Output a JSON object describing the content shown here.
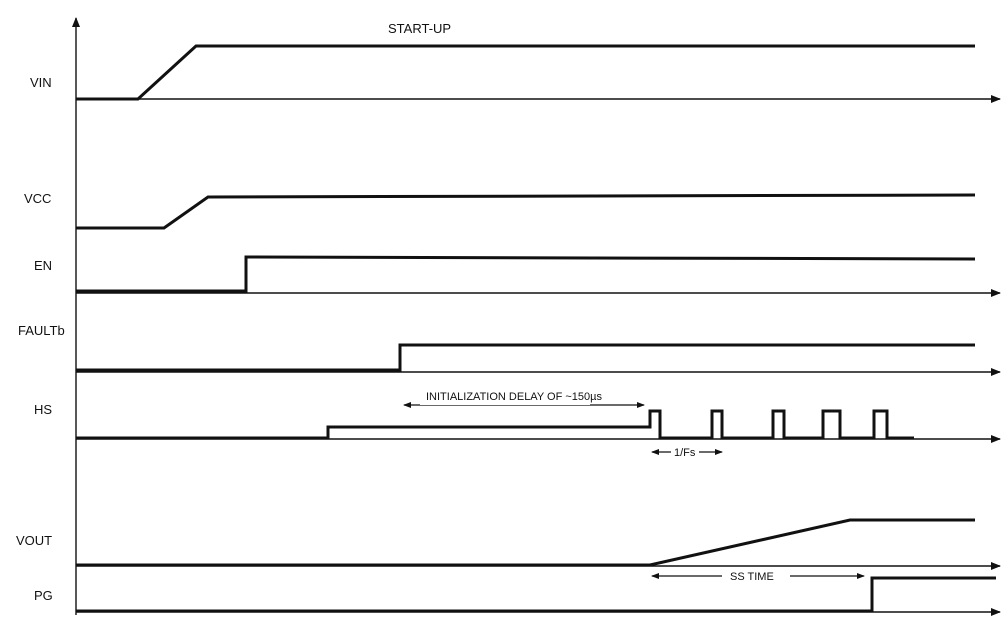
{
  "title": "START-UP",
  "signals": {
    "vin": "VIN",
    "vcc": "VCC",
    "en": "EN",
    "faultb": "FAULTb",
    "hs": "HS",
    "vout": "VOUT",
    "pg": "PG"
  },
  "annotations": {
    "init_delay": "INITIALIZATION DELAY OF ~150µs",
    "period": "1/Fs",
    "ss_time": "SS TIME"
  }
}
